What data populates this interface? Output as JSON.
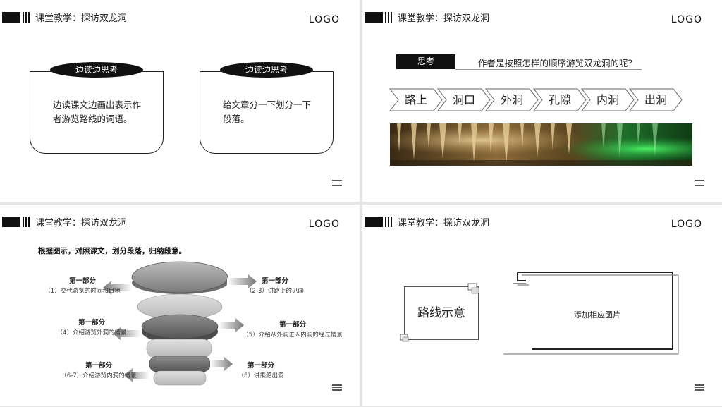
{
  "header": {
    "title": "课堂教学：探访双龙洞",
    "logo": "LOGO"
  },
  "slide1": {
    "cards": [
      {
        "tag": "边读边思考",
        "text": "边读课文边画出表示作者游览路线的词语。"
      },
      {
        "tag": "边读边思考",
        "text": "给文章分一下划分一下段落。"
      }
    ]
  },
  "slide2": {
    "think_tag": "思考",
    "question": "作者是按照怎样的顺序游览双龙洞的呢？",
    "route": [
      "路上",
      "洞口",
      "外洞",
      "孔隙",
      "内洞",
      "出洞"
    ]
  },
  "slide3": {
    "instruction": "根据图示，对照课文，划分段落，归纳段意。",
    "parts": [
      {
        "title": "第一部分",
        "desc": "（1）交代游览的时间和目地"
      },
      {
        "title": "第一部分",
        "desc": "（2-3）讲路上的见闻"
      },
      {
        "title": "第一部分",
        "desc": "（4）介绍游览外洞的情景"
      },
      {
        "title": "第一部分",
        "desc": "（5）介绍从外洞进入内洞的经过情景"
      },
      {
        "title": "第一部分",
        "desc": "（6-7）介绍游览内洞的情景"
      },
      {
        "title": "第一部分",
        "desc": "（8）讲乘船出洞"
      }
    ]
  },
  "slide4": {
    "route_label": "路线示意",
    "add_image": "添加相应图片"
  },
  "colors": {
    "dark": "#111111",
    "cave_green": "#2fbf4a",
    "cave_stone": "#b99a63"
  }
}
